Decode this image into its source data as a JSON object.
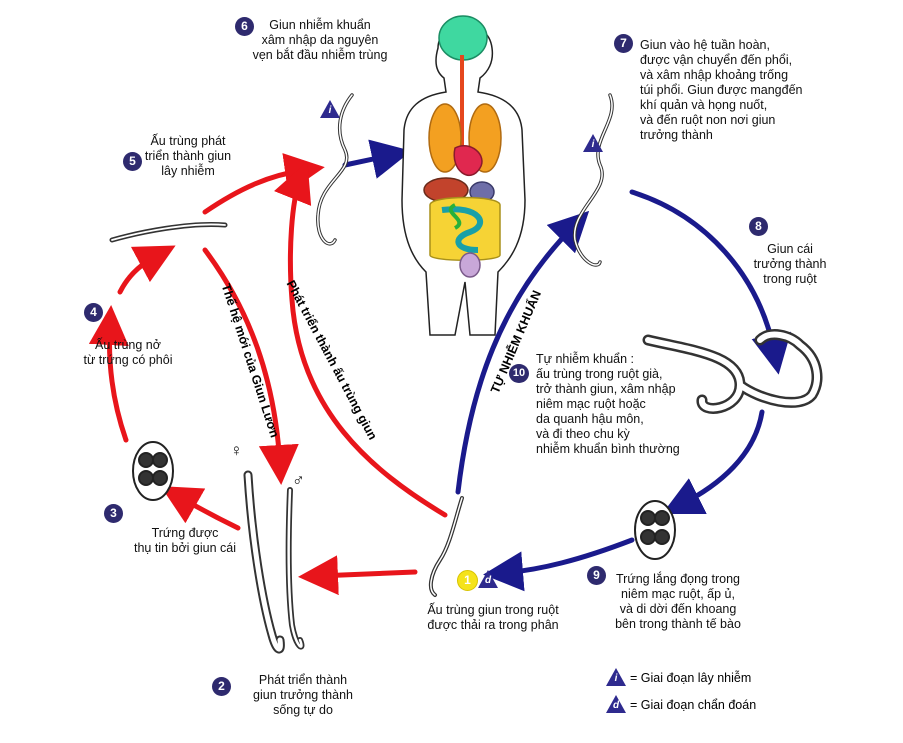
{
  "labels": {
    "step1": "Ấu trùng giun trong ruột\nđược thải ra trong phân",
    "step2": "Phát triển thành\ngiun trưởng thành\nsống tự do",
    "step3": "Trứng được\nthụ tin bởi giun cái",
    "step4": "Ấu trùng nở\ntừ trứng có phôi",
    "step5": "Ấu trùng phát\ntriển thành giun\nlây nhiễm",
    "step6": "Giun nhiễm khuẩn\nxâm nhập da nguyên\nvẹn bắt đầu nhiễm trùng",
    "step7": "Giun vào hệ tuần hoàn,\nđược vận chuyển đến phổi,\nvà xâm nhập khoảng trống\ntúi phổi. Giun được mangđến\nkhí quản và họng nuốt,\nvà đến ruột non nơi giun\ntrưởng thành",
    "step8": "Giun cái\ntrưởng thành\ntrong ruột",
    "step9": "Trứng  lắng đọng trong\nniêm mạc ruột, ấp ủ,\n và di dời đến khoang\nbên trong thành tế bào",
    "step10": "Tự nhiễm khuẩn :\nấu trùng trong ruột già,\ntrở thành giun, xâm nhập\nniêm mạc ruột hoặc\nda quanh hậu môn,\nvà đi theo chu kỳ\nnhiễm khuẩn bình thường"
  },
  "numbers": {
    "n1": "1",
    "n2": "2",
    "n3": "3",
    "n4": "4",
    "n5": "5",
    "n6": "6",
    "n7": "7",
    "n8": "8",
    "n9": "9",
    "n10": "10"
  },
  "path_labels": {
    "generation": "Thế hệ mới của Giun Lươn",
    "develop": "Phát triển thành ấu trùng giun",
    "auto": "TỰ NHIỄM KHUẨN"
  },
  "sex": {
    "female": "♀",
    "male": "♂"
  },
  "tri": {
    "i": "i",
    "d": "d"
  },
  "legend": {
    "infective": "= Giai đoạn lây nhiễm",
    "diagnostic": "= Giai đoạn chẩn đoán"
  },
  "colors": {
    "red": "#e8151b",
    "blue": "#1a1a8c",
    "badge": "#2e2a6e"
  }
}
